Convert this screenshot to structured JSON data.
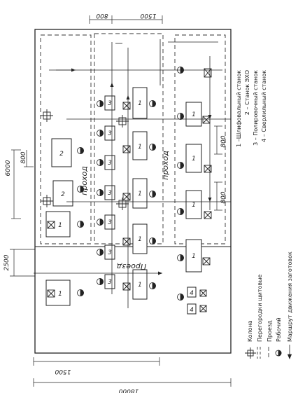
{
  "legend_numbered": {
    "item1": "1 –Шлифовальный станок",
    "item2": "2 – Станок ЭХО",
    "item3": "3 – Полировочный станок",
    "item4": "4 – Сверлильный станок"
  },
  "legend_symbols": {
    "column": "Колона",
    "partitions": "Перегородки щитовые",
    "passage": "Проезд",
    "worker": "Рабочий",
    "route": "Маршрут движения заготовок"
  },
  "labels": {
    "passage_bottom": "Проезд",
    "passage_left": "проход",
    "passage_right": "проход"
  },
  "dimensions": {
    "top_800": "800",
    "top_1500": "1500",
    "left_6000": "6000",
    "left_800": "800",
    "right_800_a": "800",
    "right_800_b": "800",
    "left_2500": "2500",
    "bottom_1500": "1500",
    "bottom_18000": "18000"
  },
  "machine_numbers": {
    "one": "1",
    "two": "2",
    "three": "3",
    "four": "4"
  }
}
